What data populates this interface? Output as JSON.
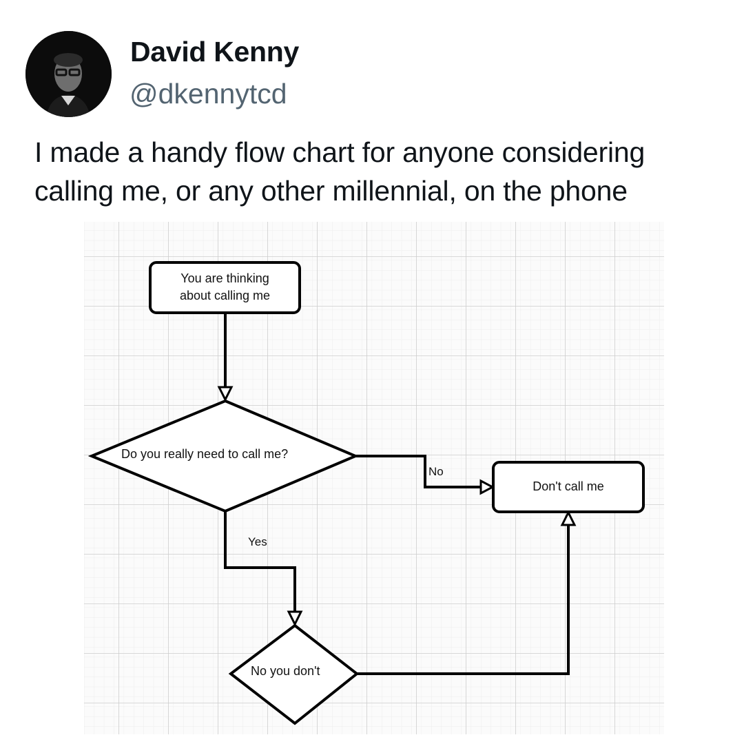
{
  "tweet": {
    "author": {
      "display_name": "David Kenny",
      "handle": "@dkennytcd",
      "avatar_icon": "profile-photo"
    },
    "text": "I made a handy flow chart for anyone considering calling me, or any other millennial, on the phone"
  },
  "flowchart": {
    "nodes": [
      {
        "id": "start",
        "shape": "rounded-rectangle",
        "text": "You are thinking about calling me",
        "line1": "You are thinking",
        "line2": "about calling me"
      },
      {
        "id": "decision1",
        "shape": "diamond",
        "text": "Do you really need to call me?"
      },
      {
        "id": "end",
        "shape": "rounded-rectangle",
        "text": "Don't call me"
      },
      {
        "id": "decision2",
        "shape": "diamond",
        "text": "No you don't"
      }
    ],
    "edges": [
      {
        "from": "start",
        "to": "decision1",
        "label": ""
      },
      {
        "from": "decision1",
        "to": "end",
        "label": "No"
      },
      {
        "from": "decision1",
        "to": "decision2",
        "label": "Yes"
      },
      {
        "from": "decision2",
        "to": "end",
        "label": ""
      }
    ],
    "labels": {
      "no": "No",
      "yes": "Yes"
    },
    "colors": {
      "stroke": "#000000",
      "grid_major": "#cfcfcf",
      "grid_minor": "#ececec",
      "fill": "#ffffff"
    }
  }
}
